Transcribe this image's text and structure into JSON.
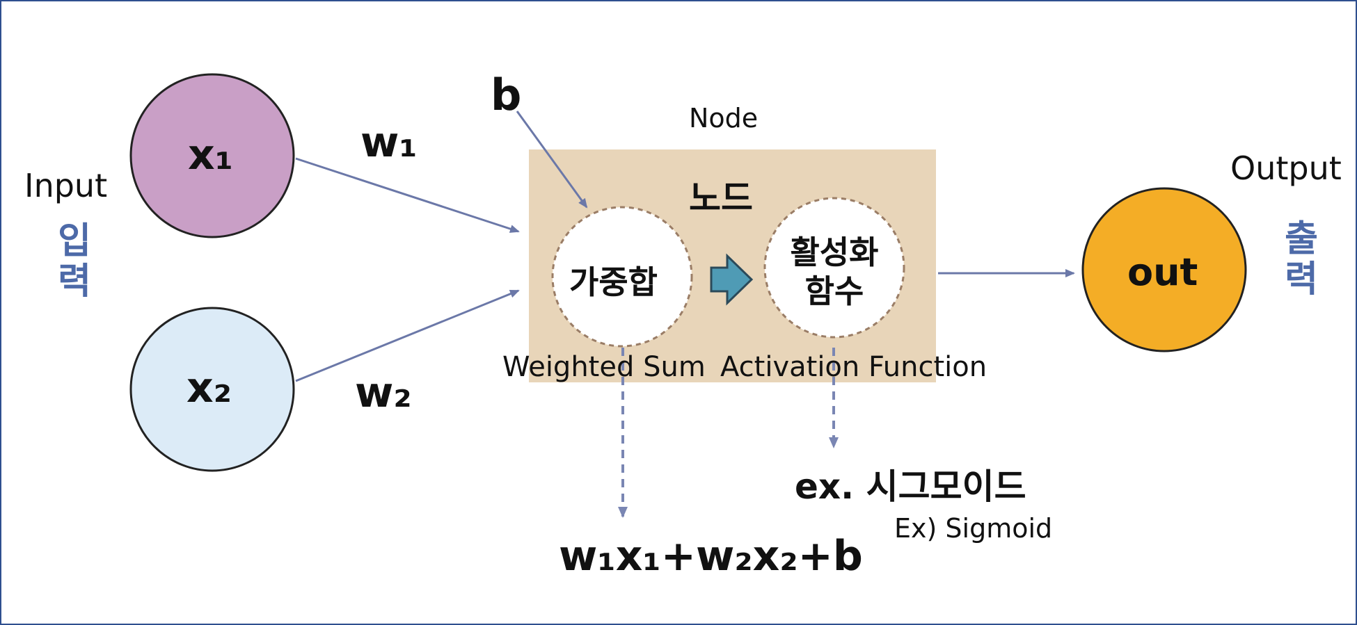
{
  "colors": {
    "border": "#2f4f8f",
    "arrow": "#6b78a8",
    "input_x1_fill": "#c99fc6",
    "input_x2_fill": "#dcebf7",
    "node_box_fill": "#e8d5b9",
    "output_fill": "#f4ad26",
    "inner_arrow_fill": "#4f9bb5",
    "korean_label": "#4d6aa8",
    "circle_stroke": "#222222",
    "dashed_stroke": "#9a7d66"
  },
  "input": {
    "english_label": "Input",
    "korean_label": "입력",
    "x1": "x₁",
    "x2": "x₂"
  },
  "weights": {
    "w1": "w₁",
    "w2": "w₂"
  },
  "bias": "b",
  "node": {
    "english_label": "Node",
    "korean_label": "노드",
    "weighted_sum_korean": "가중합",
    "weighted_sum_english": "Weighted Sum",
    "activation_korean": "활성화 함수",
    "activation_english": "Activation Function"
  },
  "output": {
    "english_label": "Output",
    "korean_label": "출력",
    "value": "out"
  },
  "formula": "w₁x₁+w₂x₂+b",
  "activation_example": {
    "korean": "ex. 시그모이드",
    "english": "Ex) Sigmoid"
  }
}
